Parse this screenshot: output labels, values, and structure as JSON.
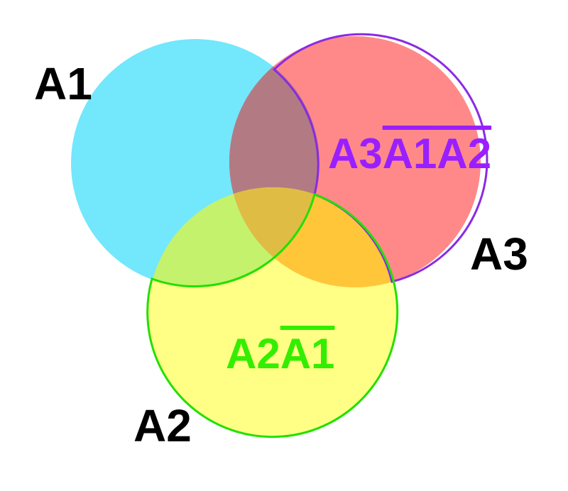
{
  "diagram": {
    "type": "venn",
    "sets": [
      {
        "id": "A1",
        "label": "A1",
        "fill": "#00d4f8"
      },
      {
        "id": "A2",
        "label": "A2",
        "fill": "#ffff33"
      },
      {
        "id": "A3",
        "label": "A3",
        "fill": "#ff3b3b"
      }
    ],
    "regions": [
      {
        "id": "A3-only",
        "parts": [
          {
            "text": "A3",
            "overline": false
          },
          {
            "text": "A1",
            "overline": true
          },
          {
            "text": "A2",
            "overline": true
          }
        ],
        "color": "#9a1fff"
      },
      {
        "id": "A2-minus-A1",
        "parts": [
          {
            "text": "A2",
            "overline": false
          },
          {
            "text": "A1",
            "overline": true
          }
        ],
        "color": "#33ee00"
      }
    ],
    "colors": {
      "A3_outline": "#8a2be2",
      "A2_outline": "#22e000",
      "overlap_A1_A3": "#b27b83",
      "overlap_A1_A2": "#c4f26d",
      "overlap_A2_A3": "#ffc63a",
      "overlap_all": "#dfbd45"
    }
  }
}
